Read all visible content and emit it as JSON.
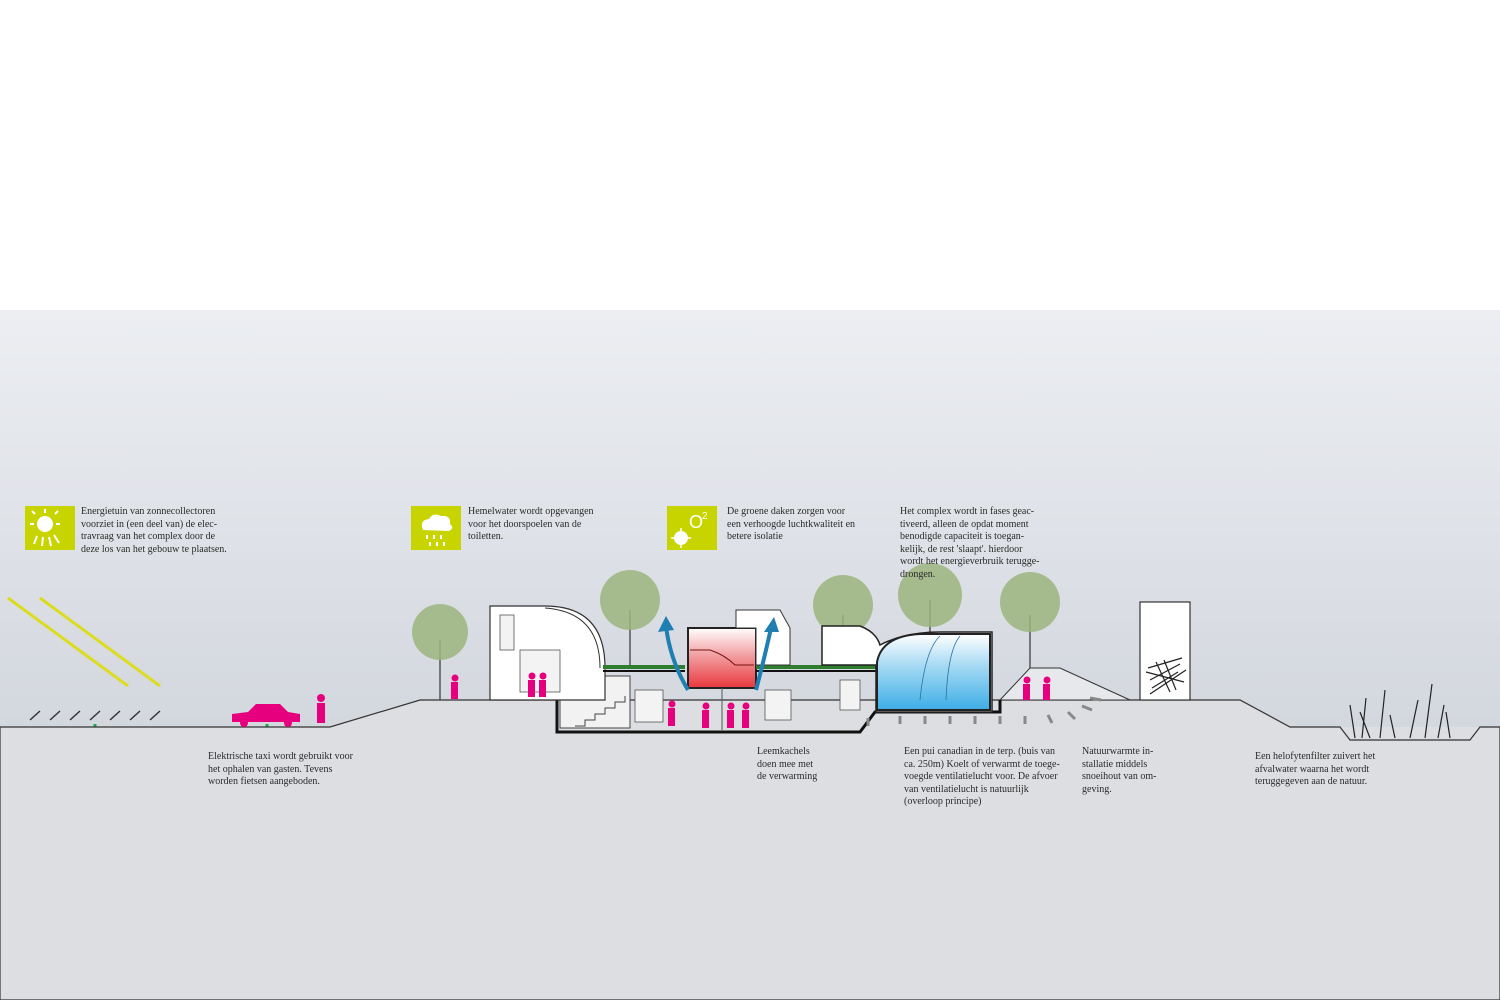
{
  "colors": {
    "sky_top": "#eceef2",
    "ground": "#dcdee1",
    "badge": "#c8d400",
    "sun_ray": "#dcdc1e",
    "people": "#e6007e",
    "taxi": "#e6007e",
    "pipe_green": "#1aa84a",
    "pipe_blue": "#5cb8e6",
    "pipe_red": "#e3262a",
    "red_room": "#e8383d",
    "pool_blue": "#3daee6",
    "green_roof": "#2f7d2f",
    "tree": "#9cb57e"
  },
  "icons": {
    "sun": "sun-icon",
    "rain": "rain-cloud-icon",
    "oxygen": "o2-icon"
  },
  "notes": {
    "solar": [
      "Energietuin van zonnecollectoren",
      "voorziet in (een deel van) de elec-",
      "travraag van het complex door de",
      "deze los van het gebouw te plaatsen."
    ],
    "rainwater": [
      "Hemelwater wordt opgevangen",
      "voor het doorspoelen van de",
      "toiletten."
    ],
    "green_roofs": [
      "De groene daken zorgen voor",
      "een verhoogde luchtkwaliteit en",
      "betere isolatie"
    ],
    "phases": [
      "Het complex wordt in fases geac-",
      "tiveerd, alleen de opdat moment",
      "benodigde capaciteit is toegan-",
      "kelijk, de rest 'slaapt'. hierdoor",
      "wordt het energieverbruik terugge-",
      "drongen."
    ],
    "taxi": [
      "Elektrische taxi wordt gebruikt voor",
      "het ophalen van gasten. Tevens",
      "worden fietsen aangeboden."
    ],
    "loam": [
      "Leemkachels",
      "doen mee met",
      "de verwarming"
    ],
    "canadian": [
      "Een pui canadian in de terp. (buis van",
      "ca. 250m) Koelt of verwarmt de toege-",
      "voegde ventilatielucht voor. De afvoer",
      "van ventilatielucht is natuurlijk",
      "(overloop principe)"
    ],
    "heat": [
      "Natuurwarmte in-",
      "stallatie middels",
      "snoeihout van om-",
      "geving."
    ],
    "helophyte": [
      "Een helofytenfilter zuivert het",
      "afvalwater waarna het wordt",
      "teruggegeven aan de natuur."
    ]
  }
}
